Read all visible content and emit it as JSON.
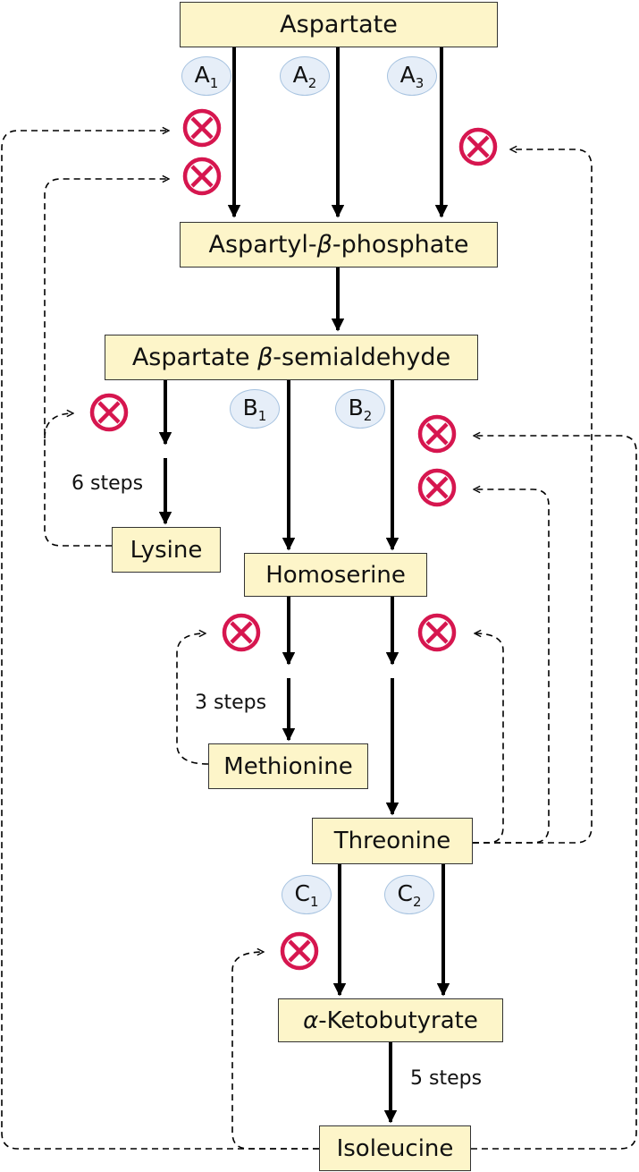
{
  "metabolites": {
    "aspartate": "Aspartate",
    "aspartyl_prefix": "Aspartyl-",
    "aspartyl_greek": "β",
    "aspartyl_suffix": "-phosphate",
    "semialdehyde_prefix": "Aspartate ",
    "semialdehyde_greek": "β",
    "semialdehyde_suffix": "-semialdehyde",
    "lysine": "Lysine",
    "homoserine": "Homoserine",
    "methionine": "Methionine",
    "threonine": "Threonine",
    "ketobutyrate_greek": "α",
    "ketobutyrate_suffix": "-Ketobutyrate",
    "isoleucine": "Isoleucine"
  },
  "enzymes": {
    "a1": {
      "letter": "A",
      "sub": "1"
    },
    "a2": {
      "letter": "A",
      "sub": "2"
    },
    "a3": {
      "letter": "A",
      "sub": "3"
    },
    "b1": {
      "letter": "B",
      "sub": "1"
    },
    "b2": {
      "letter": "B",
      "sub": "2"
    },
    "c1": {
      "letter": "C",
      "sub": "1"
    },
    "c2": {
      "letter": "C",
      "sub": "2"
    }
  },
  "steps": {
    "lysine": "6 steps",
    "methionine": "3 steps",
    "isoleucine": "5 steps"
  },
  "colors": {
    "box_fill": "#fdf5c9",
    "enzyme_fill": "#e6eef8",
    "enzyme_border": "#a7c3e0",
    "inhibition": "#d6164f",
    "arrow": "#000000"
  },
  "icons": {
    "inhibition": "circled-x-inhibition-icon",
    "feedback": "dashed-feedback-arrow",
    "reaction": "solid-reaction-arrow"
  }
}
